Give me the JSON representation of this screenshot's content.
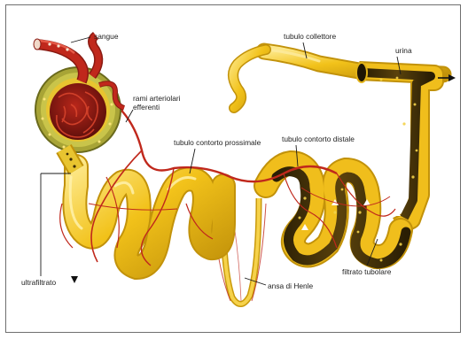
{
  "labels": {
    "sangue": "sangue",
    "rami": "rami arteriolari",
    "efferenti": "efferenti",
    "tubulo_prossimale": "tubulo contorto prossimale",
    "tubulo_collettore": "tubulo collettore",
    "urina": "urina",
    "tubulo_distale": "tubulo contorto distale",
    "ultrafiltrato": "ultrafiltrato",
    "ansa_henle": "ansa di Henle",
    "filtrato_tubolare": "filtrato tubolare"
  },
  "colors": {
    "tubule_yellow": "#f2c21a",
    "tubule_highlight": "#fbe47a",
    "tubule_shadow": "#c99a0c",
    "vessel_red": "#c0281c",
    "glomerulus_dark": "#7a1410",
    "capsule_green": "#9a9a2e",
    "lumen_dark": "#3a2a06",
    "frame_border": "#6f6f6f"
  }
}
